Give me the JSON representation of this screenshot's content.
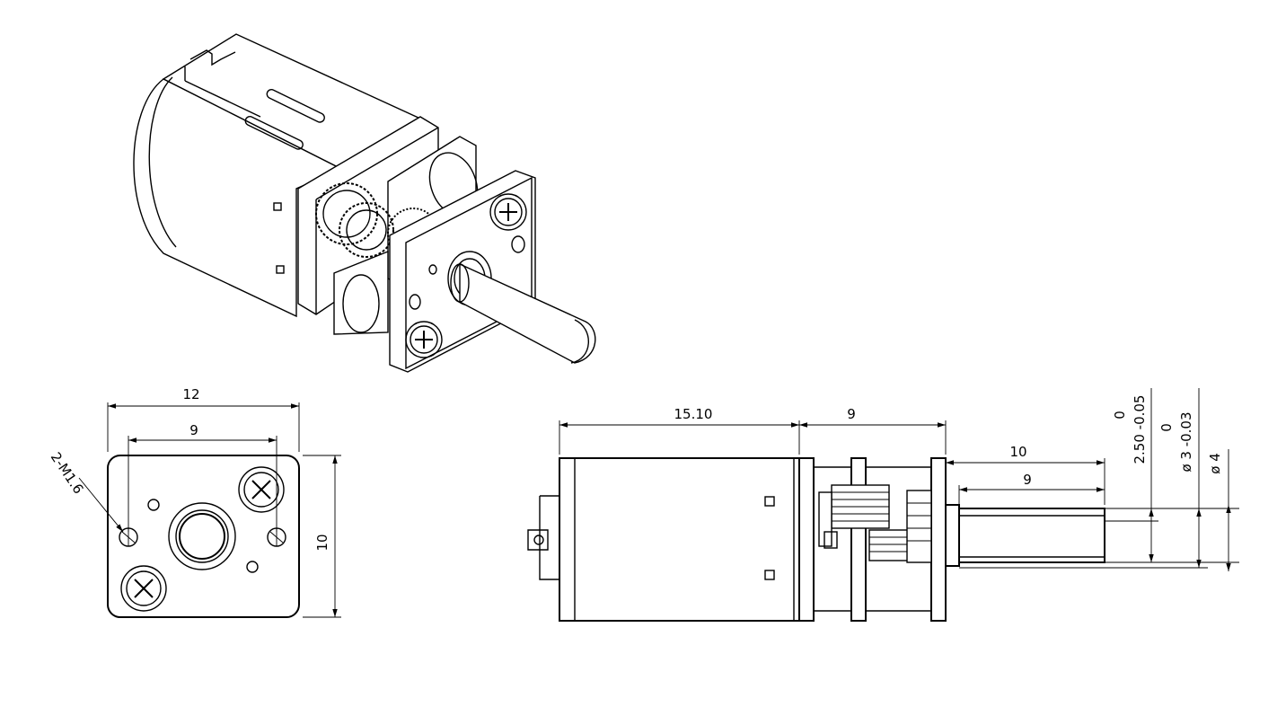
{
  "front_view": {
    "width_dim": "12",
    "hole_pitch_dim": "9",
    "height_dim": "10",
    "thread_callout": "2-M1.6"
  },
  "side_view": {
    "motor_length_dim": "15.10",
    "gearbox_length_dim": "9",
    "shaft_length_dim": "10",
    "flat_length_dim": "9",
    "flat_tolerance_upper": "0",
    "flat_dim": "2.50 -0.05",
    "shaft_tolerance_upper": "0",
    "shaft_dim": "ø 3 -0.03",
    "boss_dim": "ø 4"
  }
}
